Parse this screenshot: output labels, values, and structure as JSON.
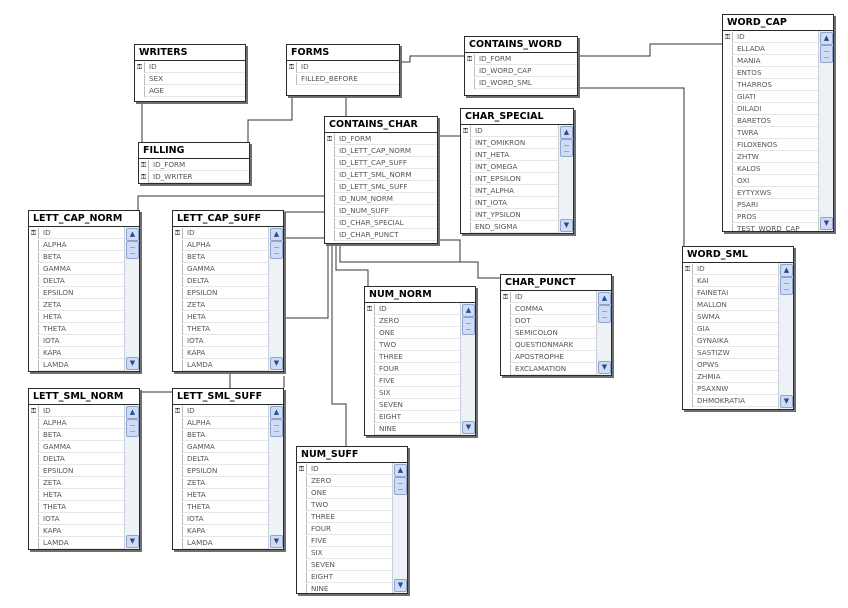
{
  "tables": {
    "writers": {
      "title": "WRITERS",
      "columns": [
        {
          "name": "ID",
          "key": true
        },
        {
          "name": "SEX"
        },
        {
          "name": "AGE"
        }
      ]
    },
    "forms": {
      "title": "FORMS",
      "columns": [
        {
          "name": "ID",
          "key": true
        },
        {
          "name": "FILLED_BEFORE"
        }
      ]
    },
    "contains_word": {
      "title": "CONTAINS_WORD",
      "columns": [
        {
          "name": "ID_FORM",
          "key": true
        },
        {
          "name": "ID_WORD_CAP"
        },
        {
          "name": "ID_WORD_SML"
        }
      ]
    },
    "word_cap": {
      "title": "WORD_CAP",
      "columns": [
        {
          "name": "ID",
          "key": true
        },
        {
          "name": "ELLADA"
        },
        {
          "name": "MANIA"
        },
        {
          "name": "ENTOS"
        },
        {
          "name": "THARROS"
        },
        {
          "name": "GIATI"
        },
        {
          "name": "DILADI"
        },
        {
          "name": "BARETOS"
        },
        {
          "name": "TWRA"
        },
        {
          "name": "FILOXENOS"
        },
        {
          "name": "ZHTW"
        },
        {
          "name": "KALOS"
        },
        {
          "name": "OXI"
        },
        {
          "name": "EYTYXWS"
        },
        {
          "name": "PSARI"
        },
        {
          "name": "PROS"
        },
        {
          "name": "TEST_WORD_CAP"
        }
      ]
    },
    "filling": {
      "title": "FILLING",
      "columns": [
        {
          "name": "ID_FORM",
          "key": true
        },
        {
          "name": "ID_WRITER",
          "key": true
        }
      ]
    },
    "contains_char": {
      "title": "CONTAINS_CHAR",
      "columns": [
        {
          "name": "ID_FORM",
          "key": true
        },
        {
          "name": "ID_LETT_CAP_NORM"
        },
        {
          "name": "ID_LETT_CAP_SUFF"
        },
        {
          "name": "ID_LETT_SML_NORM"
        },
        {
          "name": "ID_LETT_SML_SUFF"
        },
        {
          "name": "ID_NUM_NORM"
        },
        {
          "name": "ID_NUM_SUFF"
        },
        {
          "name": "ID_CHAR_SPECIAL"
        },
        {
          "name": "ID_CHAR_PUNCT"
        }
      ]
    },
    "char_special": {
      "title": "CHAR_SPECIAL",
      "columns": [
        {
          "name": "ID",
          "key": true
        },
        {
          "name": "INT_OMIKRON"
        },
        {
          "name": "INT_HETA"
        },
        {
          "name": "INT_OMEGA"
        },
        {
          "name": "INT_EPSILON"
        },
        {
          "name": "INT_ALPHA"
        },
        {
          "name": "INT_IOTA"
        },
        {
          "name": "INT_YPSILON"
        },
        {
          "name": "END_SIGMA"
        }
      ]
    },
    "lett_cap_norm": {
      "title": "LETT_CAP_NORM",
      "columns": [
        {
          "name": "ID",
          "key": true
        },
        {
          "name": "ALPHA"
        },
        {
          "name": "BETA"
        },
        {
          "name": "GAMMA"
        },
        {
          "name": "DELTA"
        },
        {
          "name": "EPSILON"
        },
        {
          "name": "ZETA"
        },
        {
          "name": "HETA"
        },
        {
          "name": "THETA"
        },
        {
          "name": "IOTA"
        },
        {
          "name": "KAPA"
        },
        {
          "name": "LAMDA"
        }
      ]
    },
    "lett_cap_suff": {
      "title": "LETT_CAP_SUFF",
      "columns": [
        {
          "name": "ID",
          "key": true
        },
        {
          "name": "ALPHA"
        },
        {
          "name": "BETA"
        },
        {
          "name": "GAMMA"
        },
        {
          "name": "DELTA"
        },
        {
          "name": "EPSILON"
        },
        {
          "name": "ZETA"
        },
        {
          "name": "HETA"
        },
        {
          "name": "THETA"
        },
        {
          "name": "IOTA"
        },
        {
          "name": "KAPA"
        },
        {
          "name": "LAMDA"
        }
      ]
    },
    "word_sml": {
      "title": "WORD_SML",
      "columns": [
        {
          "name": "ID",
          "key": true
        },
        {
          "name": "KAI"
        },
        {
          "name": "FAINETAI"
        },
        {
          "name": "MALLON"
        },
        {
          "name": "SWMA"
        },
        {
          "name": "GIA"
        },
        {
          "name": "GYNAIKA"
        },
        {
          "name": "SASTIZW"
        },
        {
          "name": "OPWS"
        },
        {
          "name": "ZHMIA"
        },
        {
          "name": "PSAXNW"
        },
        {
          "name": "DHMOKRATIA"
        }
      ]
    },
    "char_punct": {
      "title": "CHAR_PUNCT",
      "columns": [
        {
          "name": "ID",
          "key": true
        },
        {
          "name": "COMMA"
        },
        {
          "name": "DOT"
        },
        {
          "name": "SEMICOLON"
        },
        {
          "name": "QUESTIONMARK"
        },
        {
          "name": "APOSTROPHE"
        },
        {
          "name": "EXCLAMATION"
        }
      ]
    },
    "num_norm": {
      "title": "NUM_NORM",
      "columns": [
        {
          "name": "ID",
          "key": true
        },
        {
          "name": "ZERO"
        },
        {
          "name": "ONE"
        },
        {
          "name": "TWO"
        },
        {
          "name": "THREE"
        },
        {
          "name": "FOUR"
        },
        {
          "name": "FIVE"
        },
        {
          "name": "SIX"
        },
        {
          "name": "SEVEN"
        },
        {
          "name": "EIGHT"
        },
        {
          "name": "NINE"
        }
      ]
    },
    "lett_sml_norm": {
      "title": "LETT_SML_NORM",
      "columns": [
        {
          "name": "ID",
          "key": true
        },
        {
          "name": "ALPHA"
        },
        {
          "name": "BETA"
        },
        {
          "name": "GAMMA"
        },
        {
          "name": "DELTA"
        },
        {
          "name": "EPSILON"
        },
        {
          "name": "ZETA"
        },
        {
          "name": "HETA"
        },
        {
          "name": "THETA"
        },
        {
          "name": "IOTA"
        },
        {
          "name": "KAPA"
        },
        {
          "name": "LAMDA"
        }
      ]
    },
    "lett_sml_suff": {
      "title": "LETT_SML_SUFF",
      "columns": [
        {
          "name": "ID",
          "key": true
        },
        {
          "name": "ALPHA"
        },
        {
          "name": "BETA"
        },
        {
          "name": "GAMMA"
        },
        {
          "name": "DELTA"
        },
        {
          "name": "EPSILON"
        },
        {
          "name": "ZETA"
        },
        {
          "name": "HETA"
        },
        {
          "name": "THETA"
        },
        {
          "name": "IOTA"
        },
        {
          "name": "KAPA"
        },
        {
          "name": "LAMDA"
        }
      ]
    },
    "num_suff": {
      "title": "NUM_SUFF",
      "columns": [
        {
          "name": "ID",
          "key": true
        },
        {
          "name": "ZERO"
        },
        {
          "name": "ONE"
        },
        {
          "name": "TWO"
        },
        {
          "name": "THREE"
        },
        {
          "name": "FOUR"
        },
        {
          "name": "FIVE"
        },
        {
          "name": "SIX"
        },
        {
          "name": "SEVEN"
        },
        {
          "name": "EIGHT"
        },
        {
          "name": "NINE"
        }
      ]
    }
  }
}
